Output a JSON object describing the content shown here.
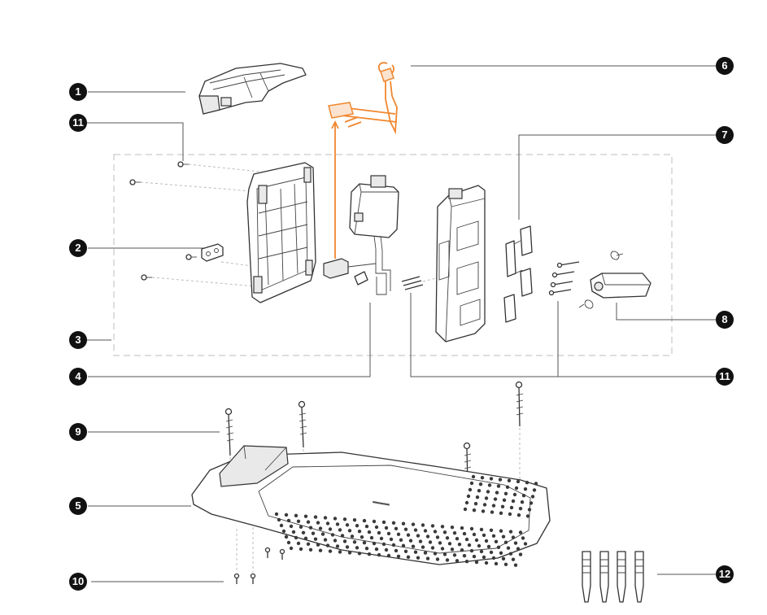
{
  "callouts": [
    {
      "id": "c1",
      "label": "1"
    },
    {
      "id": "c2",
      "label": "11"
    },
    {
      "id": "c3",
      "label": "2"
    },
    {
      "id": "c4",
      "label": "3"
    },
    {
      "id": "c5",
      "label": "4"
    },
    {
      "id": "c6",
      "label": "9"
    },
    {
      "id": "c7",
      "label": "5"
    },
    {
      "id": "c8",
      "label": "10"
    },
    {
      "id": "c9",
      "label": "6"
    },
    {
      "id": "c10",
      "label": "7"
    },
    {
      "id": "c11",
      "label": "8"
    },
    {
      "id": "c12",
      "label": "11"
    },
    {
      "id": "c13",
      "label": "12"
    }
  ],
  "colors": {
    "callout_badge": "#111111",
    "highlight_part": "#f0872f",
    "leader_line": "#555555",
    "assembly_frame": "#c9c9c9"
  }
}
